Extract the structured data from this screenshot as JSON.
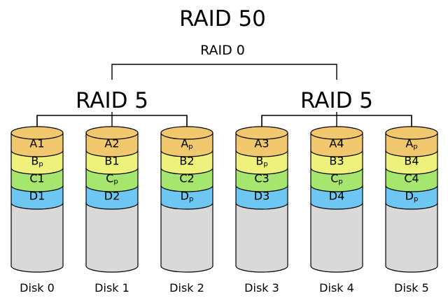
{
  "title": "RAID 50",
  "top_level": "RAID 0",
  "groups": [
    {
      "label": "RAID 5",
      "disks": [
        0,
        1,
        2
      ]
    },
    {
      "label": "RAID 5",
      "disks": [
        3,
        4,
        5
      ]
    }
  ],
  "colors": {
    "A": "#f2c86e",
    "B": "#eef27c",
    "C": "#a6e66f",
    "D": "#6ec6f2",
    "empty": "#d9d9d9"
  },
  "disks": [
    {
      "label": "Disk 0",
      "blocks": [
        {
          "row": "A",
          "text": "A1",
          "main": "A",
          "sub": "1"
        },
        {
          "row": "B",
          "text": "Bp",
          "main": "B",
          "sub": "p"
        },
        {
          "row": "C",
          "text": "C1",
          "main": "C",
          "sub": "1"
        },
        {
          "row": "D",
          "text": "D1",
          "main": "D",
          "sub": "1"
        }
      ]
    },
    {
      "label": "Disk 1",
      "blocks": [
        {
          "row": "A",
          "text": "A2",
          "main": "A",
          "sub": "2"
        },
        {
          "row": "B",
          "text": "B1",
          "main": "B",
          "sub": "1"
        },
        {
          "row": "C",
          "text": "Cp",
          "main": "C",
          "sub": "p"
        },
        {
          "row": "D",
          "text": "D2",
          "main": "D",
          "sub": "2"
        }
      ]
    },
    {
      "label": "Disk 2",
      "blocks": [
        {
          "row": "A",
          "text": "Ap",
          "main": "A",
          "sub": "p"
        },
        {
          "row": "B",
          "text": "B2",
          "main": "B",
          "sub": "2"
        },
        {
          "row": "C",
          "text": "C2",
          "main": "C",
          "sub": "2"
        },
        {
          "row": "D",
          "text": "Dp",
          "main": "D",
          "sub": "p"
        }
      ]
    },
    {
      "label": "Disk 3",
      "blocks": [
        {
          "row": "A",
          "text": "A3",
          "main": "A",
          "sub": "3"
        },
        {
          "row": "B",
          "text": "Bp",
          "main": "B",
          "sub": "p"
        },
        {
          "row": "C",
          "text": "C3",
          "main": "C",
          "sub": "3"
        },
        {
          "row": "D",
          "text": "D3",
          "main": "D",
          "sub": "3"
        }
      ]
    },
    {
      "label": "Disk 4",
      "blocks": [
        {
          "row": "A",
          "text": "A4",
          "main": "A",
          "sub": "4"
        },
        {
          "row": "B",
          "text": "B3",
          "main": "B",
          "sub": "3"
        },
        {
          "row": "C",
          "text": "Cp",
          "main": "C",
          "sub": "p"
        },
        {
          "row": "D",
          "text": "D4",
          "main": "D",
          "sub": "4"
        }
      ]
    },
    {
      "label": "Disk 5",
      "blocks": [
        {
          "row": "A",
          "text": "Ap",
          "main": "A",
          "sub": "p"
        },
        {
          "row": "B",
          "text": "B4",
          "main": "B",
          "sub": "4"
        },
        {
          "row": "C",
          "text": "C4",
          "main": "C",
          "sub": "4"
        },
        {
          "row": "D",
          "text": "Dp",
          "main": "D",
          "sub": "p"
        }
      ]
    }
  ]
}
